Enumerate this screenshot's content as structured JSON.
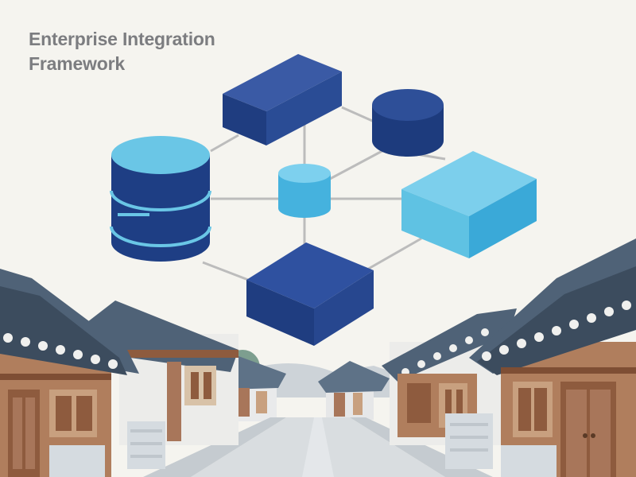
{
  "title": {
    "line1": "Enterprise Integration",
    "line2": "Framework"
  },
  "colors": {
    "background": "#f5f4ef",
    "navy": "#26468e",
    "sky": "#5fc2e3",
    "connector": "#bcbcbc",
    "roof": "#4f6277",
    "wood": "#a8765a"
  },
  "nodes": [
    {
      "name": "top-block",
      "shape": "cuboid",
      "color": "navy"
    },
    {
      "name": "top-right-cylinder",
      "shape": "cylinder",
      "color": "navy"
    },
    {
      "name": "left-database",
      "shape": "cylinder",
      "color": "sky"
    },
    {
      "name": "center-hub",
      "shape": "cylinder",
      "color": "sky"
    },
    {
      "name": "right-block",
      "shape": "cuboid",
      "color": "sky"
    },
    {
      "name": "bottom-block",
      "shape": "cuboid",
      "color": "navy"
    }
  ]
}
